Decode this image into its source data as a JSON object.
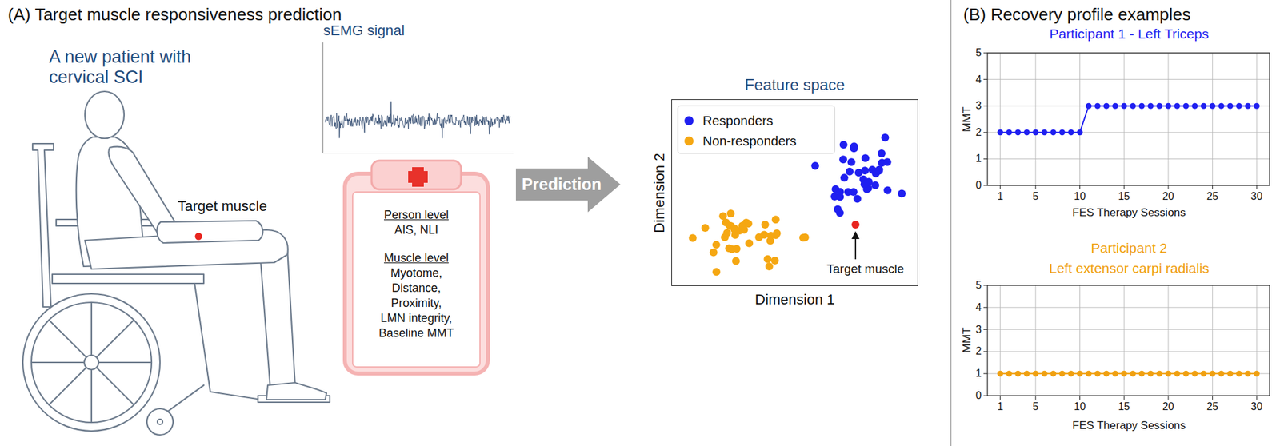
{
  "diagram": {
    "nodes": [
      {
        "text": [
          "sEMG signal"
        ]
      },
      {
        "text": [
          "Person level",
          "AIS, NLI",
          "Muscle level",
          "Myotome, Distance, Proximity, LMN integrity, Baseline MMT"
        ]
      },
      {
        "text": [
          "Prediction"
        ]
      },
      {
        "text": [
          "Feature space"
        ]
      }
    ],
    "labels": [
      "(A) Target muscle responsiveness prediction",
      "A new patient with cervical SCI",
      "Target muscle",
      "Target muscle",
      "Dimension 1",
      "Dimension 2",
      "(B) Recovery profile examples",
      "Participant 1 - Left Triceps",
      "MMT",
      "FES Therapy Sessions",
      "0",
      "1",
      "2",
      "3",
      "4",
      "5",
      "1",
      "5",
      "10",
      "15",
      "20",
      "25",
      "30",
      "Participant 2",
      "Left extensor carpi radialis",
      "MMT",
      "FES Therapy Sessions",
      "0",
      "1",
      "2",
      "3",
      "4",
      "5",
      "1",
      "5",
      "10",
      "15",
      "20",
      "25",
      "30"
    ],
    "legend": [
      {
        "text": "Responders",
        "color": "#1f1ff0"
      },
      {
        "text": "Non-responders",
        "color": "#f5a712"
      }
    ]
  }
}
